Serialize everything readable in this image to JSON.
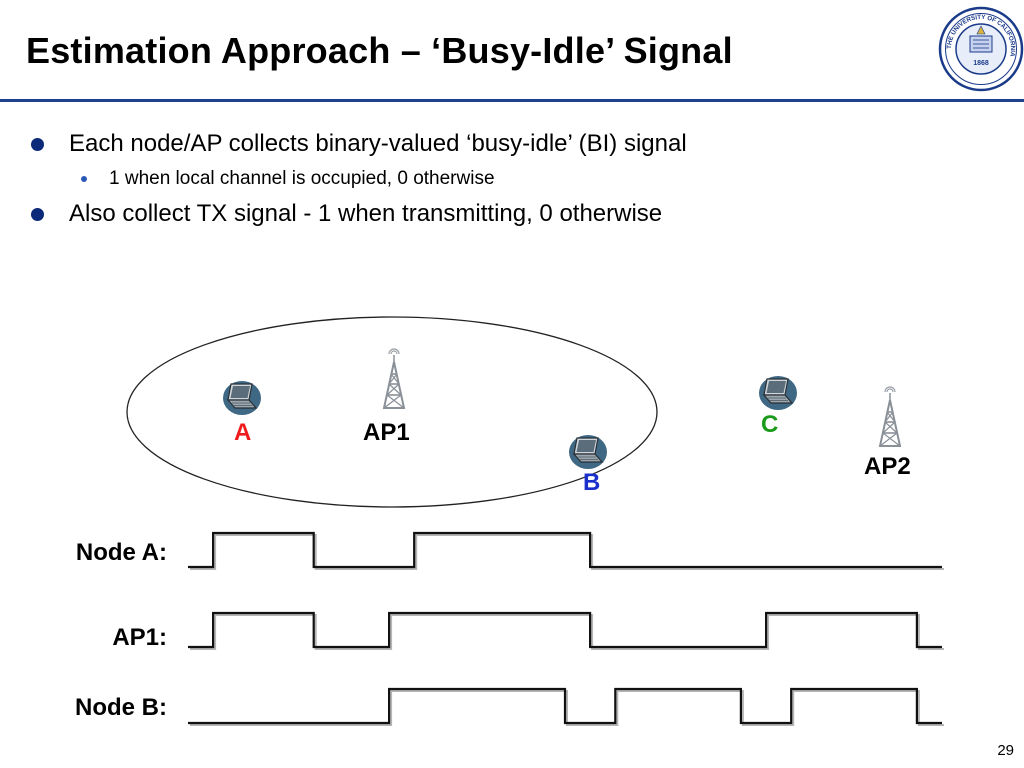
{
  "slide": {
    "title": "Estimation Approach – ‘Busy-Idle’ Signal",
    "page_number": "29",
    "accent_color": "#1f3f8f"
  },
  "bullets": [
    {
      "text": "Each node/AP collects binary-valued ‘busy-idle’ (BI) signal"
    },
    {
      "text": "1 when local channel is occupied, 0 otherwise"
    },
    {
      "text": "Also collect TX signal - 1 when transmitting, 0 otherwise"
    }
  ],
  "logo": {
    "seal_text": "THE UNIVERSITY OF CALIFORNIA",
    "year": "1868",
    "icon": "uc-seal-icon"
  },
  "diagram": {
    "nodes": [
      {
        "label": "A",
        "color": "#ee1c1c",
        "icon": "laptop-icon"
      },
      {
        "label": "AP1",
        "color": "#000000",
        "icon": "antenna-tower-icon"
      },
      {
        "label": "B",
        "color": "#1a2fcc",
        "icon": "laptop-icon"
      },
      {
        "label": "C",
        "color": "#1a9a1a",
        "icon": "laptop-icon"
      },
      {
        "label": "AP2",
        "color": "#000000",
        "icon": "antenna-tower-icon"
      }
    ],
    "signals": [
      {
        "label": "Node A:",
        "pattern": [
          0,
          1,
          1,
          1,
          1,
          0,
          0,
          0,
          0,
          1,
          1,
          1,
          1,
          1,
          1,
          1,
          0,
          0,
          0,
          0,
          0,
          0,
          0,
          0,
          0,
          0,
          0,
          0,
          0,
          0
        ]
      },
      {
        "label": "AP1:",
        "pattern": [
          0,
          1,
          1,
          1,
          1,
          0,
          0,
          0,
          1,
          1,
          1,
          1,
          1,
          1,
          1,
          1,
          0,
          0,
          0,
          0,
          0,
          0,
          0,
          1,
          1,
          1,
          1,
          1,
          1,
          0
        ]
      },
      {
        "label": "Node B:",
        "pattern": [
          0,
          0,
          0,
          0,
          0,
          0,
          0,
          0,
          1,
          1,
          1,
          1,
          1,
          1,
          1,
          0,
          0,
          1,
          1,
          1,
          1,
          1,
          0,
          0,
          1,
          1,
          1,
          1,
          1,
          0
        ]
      }
    ]
  }
}
